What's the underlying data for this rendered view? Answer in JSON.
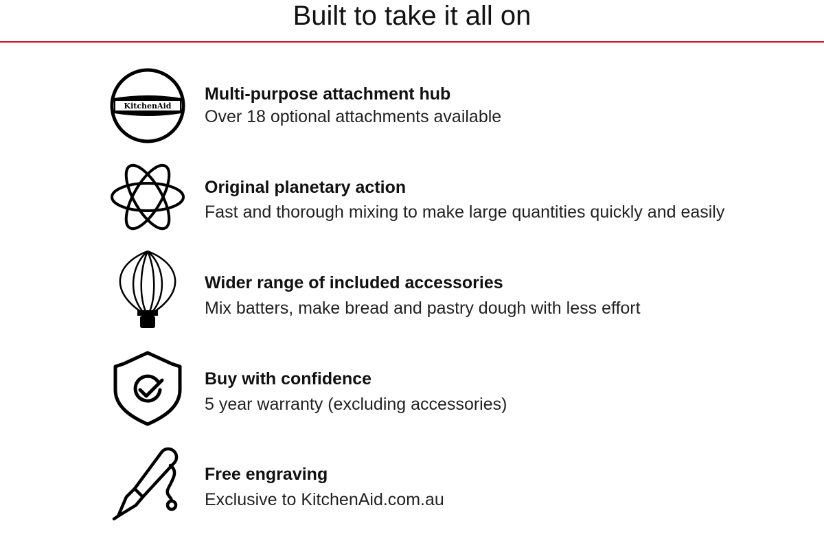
{
  "header": {
    "title": "Built to take it all on",
    "accent_color": "#c8102e"
  },
  "features": [
    {
      "icon": "kitchenaid-logo-icon",
      "logo_text": "KitchenAid",
      "title": "Multi-purpose attachment hub",
      "subtitle": "Over 18 optional attachments available"
    },
    {
      "icon": "planetary-action-icon",
      "title": "Original planetary action",
      "subtitle": "Fast and thorough mixing to make large quantities quickly and easily"
    },
    {
      "icon": "whisk-icon",
      "title": "Wider range of included accessories",
      "subtitle": "Mix batters, make bread and pastry dough with less effort"
    },
    {
      "icon": "shield-check-icon",
      "title": "Buy with confidence",
      "subtitle": "5 year warranty (excluding accessories)"
    },
    {
      "icon": "engraving-pen-icon",
      "title": "Free engraving",
      "subtitle": "Exclusive to KitchenAid.com.au"
    }
  ]
}
